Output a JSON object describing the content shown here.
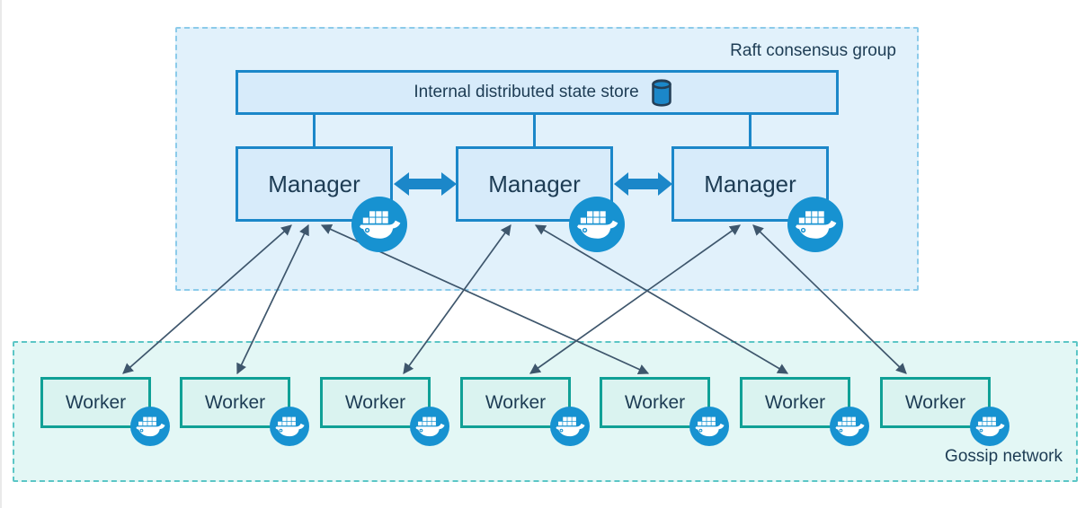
{
  "raft_group": {
    "label": "Raft consensus group",
    "state_store": {
      "label": "Internal distributed state store",
      "icon": "database-cylinder-icon"
    },
    "managers": [
      {
        "label": "Manager",
        "icon": "docker-whale-icon"
      },
      {
        "label": "Manager",
        "icon": "docker-whale-icon"
      },
      {
        "label": "Manager",
        "icon": "docker-whale-icon"
      }
    ]
  },
  "gossip_network": {
    "label": "Gossip network",
    "workers": [
      {
        "label": "Worker",
        "icon": "docker-whale-icon"
      },
      {
        "label": "Worker",
        "icon": "docker-whale-icon"
      },
      {
        "label": "Worker",
        "icon": "docker-whale-icon"
      },
      {
        "label": "Worker",
        "icon": "docker-whale-icon"
      },
      {
        "label": "Worker",
        "icon": "docker-whale-icon"
      },
      {
        "label": "Worker",
        "icon": "docker-whale-icon"
      },
      {
        "label": "Worker",
        "icon": "docker-whale-icon"
      }
    ]
  },
  "connections": {
    "store_to_managers": [
      "manager-1",
      "manager-2",
      "manager-3"
    ],
    "manager_peers": [
      [
        "manager-1",
        "manager-2"
      ],
      [
        "manager-2",
        "manager-3"
      ]
    ],
    "manager_to_workers": [
      [
        "manager-1",
        "worker-1"
      ],
      [
        "manager-1",
        "worker-2"
      ],
      [
        "manager-1",
        "worker-5"
      ],
      [
        "manager-2",
        "worker-3"
      ],
      [
        "manager-2",
        "worker-6"
      ],
      [
        "manager-3",
        "worker-4"
      ],
      [
        "manager-3",
        "worker-7"
      ]
    ],
    "arrow_style": "double-headed"
  },
  "colors": {
    "raft_fill": "#e1f1fb",
    "raft_border": "#8ccbea",
    "node_fill": "#d7ebfa",
    "node_border": "#1b87c9",
    "gossip_fill": "#e3f7f5",
    "gossip_border": "#5cc6c6",
    "worker_fill": "#daf3f0",
    "worker_border": "#10a096",
    "text": "#1d3c54",
    "docker_blue": "#1792d1",
    "thin_arrow": "#3e566c",
    "thick_arrow": "#1b87c9"
  }
}
